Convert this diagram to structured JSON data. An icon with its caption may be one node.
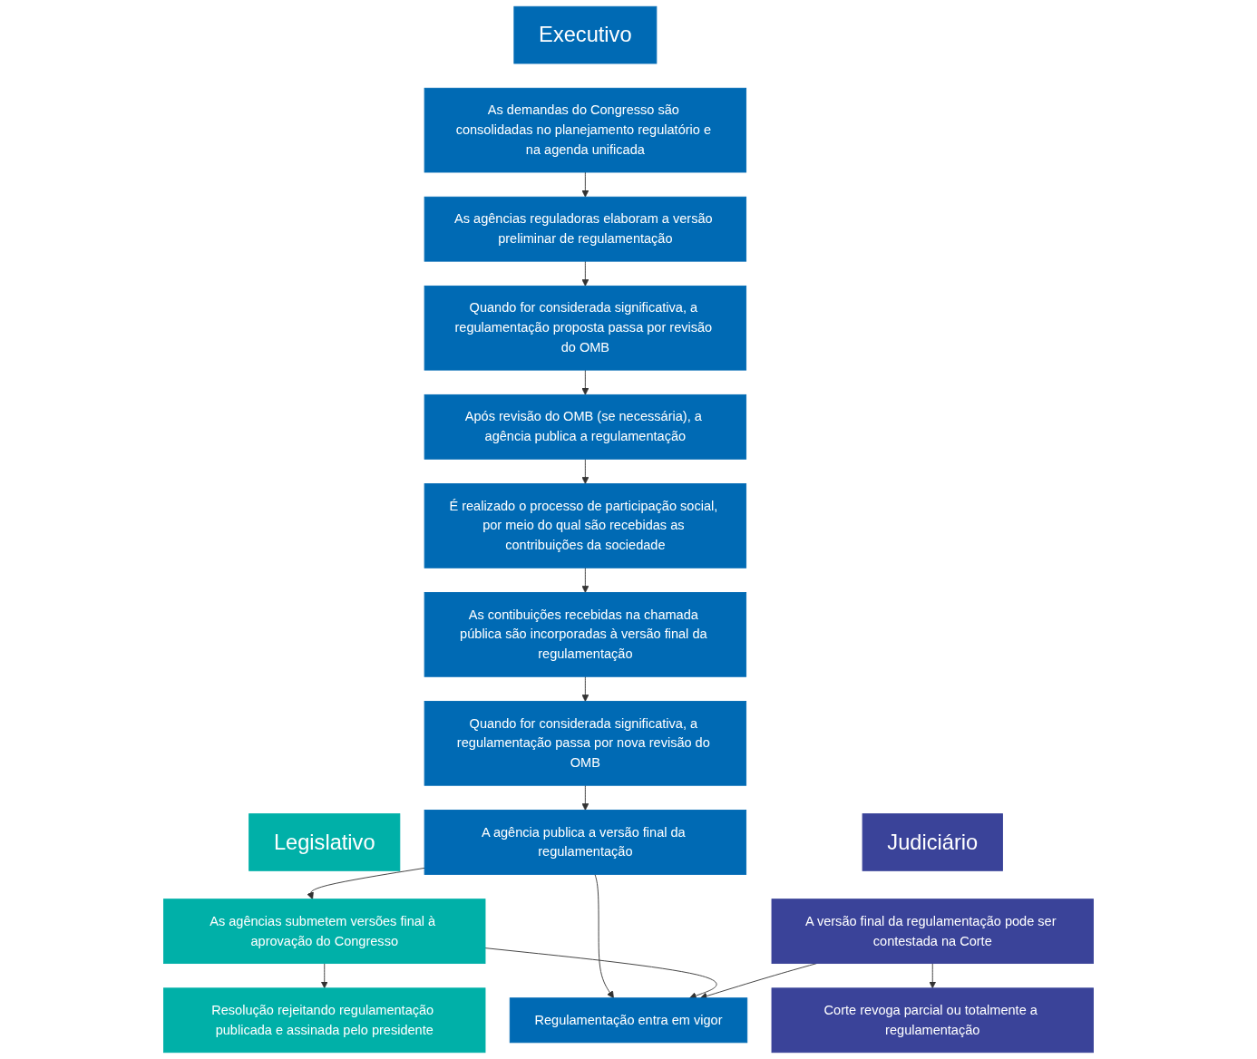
{
  "diagram": {
    "nodes": [
      {
        "text": [
          "Legislativo"
        ]
      },
      {
        "text": [
          "Executivo"
        ]
      },
      {
        "text": [
          "Judiciário"
        ]
      },
      {
        "text": [
          "As demandas do Congresso são consolidadas no planejamento regulatório e na agenda unificada"
        ]
      },
      {
        "text": [
          "As agências reguladoras elaboram a versão preliminar de regulamentação"
        ]
      },
      {
        "text": [
          "Quando for considerada significativa, a regulamentação proposta passa por revisão do OMB"
        ]
      },
      {
        "text": [
          "Após revisão do OMB (se necessária), a agência publica a regulamentação"
        ]
      },
      {
        "text": [
          "É realizado o processo de participação social, por meio do qual são recebidas as contribuições da sociedade"
        ]
      },
      {
        "text": [
          "As contibuições recebidas na chamada pública são incorporadas à versão final da regulamentação"
        ]
      },
      {
        "text": [
          "Quando for considerada significativa, a regulamentação passa por nova revisão do OMB"
        ]
      },
      {
        "text": [
          "A agência publica a versão final da regulamentação"
        ]
      },
      {
        "text": [
          "As agências submetem versões final à aprovação do Congresso"
        ]
      },
      {
        "text": [
          "A versão final da regulamentação pode ser contestada na Corte"
        ]
      },
      {
        "text": [
          "Resolução rejeitando regulamentação publicada e assinada pelo presidente"
        ]
      },
      {
        "text": [
          "Regulamentação entra em vigor"
        ]
      },
      {
        "text": [
          "Corte revoga parcial ou totalmente a regulamentação"
        ]
      }
    ],
    "edges": [
      {
        "from": 3,
        "to": 4,
        "arrow": "to"
      },
      {
        "from": 4,
        "to": 5,
        "arrow": "to"
      },
      {
        "from": 5,
        "to": 6,
        "arrow": "to"
      },
      {
        "from": 6,
        "to": 7,
        "arrow": "to"
      },
      {
        "from": 7,
        "to": 8,
        "arrow": "to"
      },
      {
        "from": 8,
        "to": 9,
        "arrow": "to"
      },
      {
        "from": 9,
        "to": 10,
        "arrow": "to"
      },
      {
        "from": 10,
        "to": 11,
        "arrow": "to"
      },
      {
        "from": 10,
        "to": 14,
        "arrow": "to"
      },
      {
        "from": 11,
        "to": 13,
        "arrow": "to"
      },
      {
        "from": 11,
        "to": 14,
        "arrow": "to"
      },
      {
        "from": 12,
        "to": 14,
        "arrow": "to"
      },
      {
        "from": 12,
        "to": 15,
        "arrow": "to"
      }
    ]
  }
}
